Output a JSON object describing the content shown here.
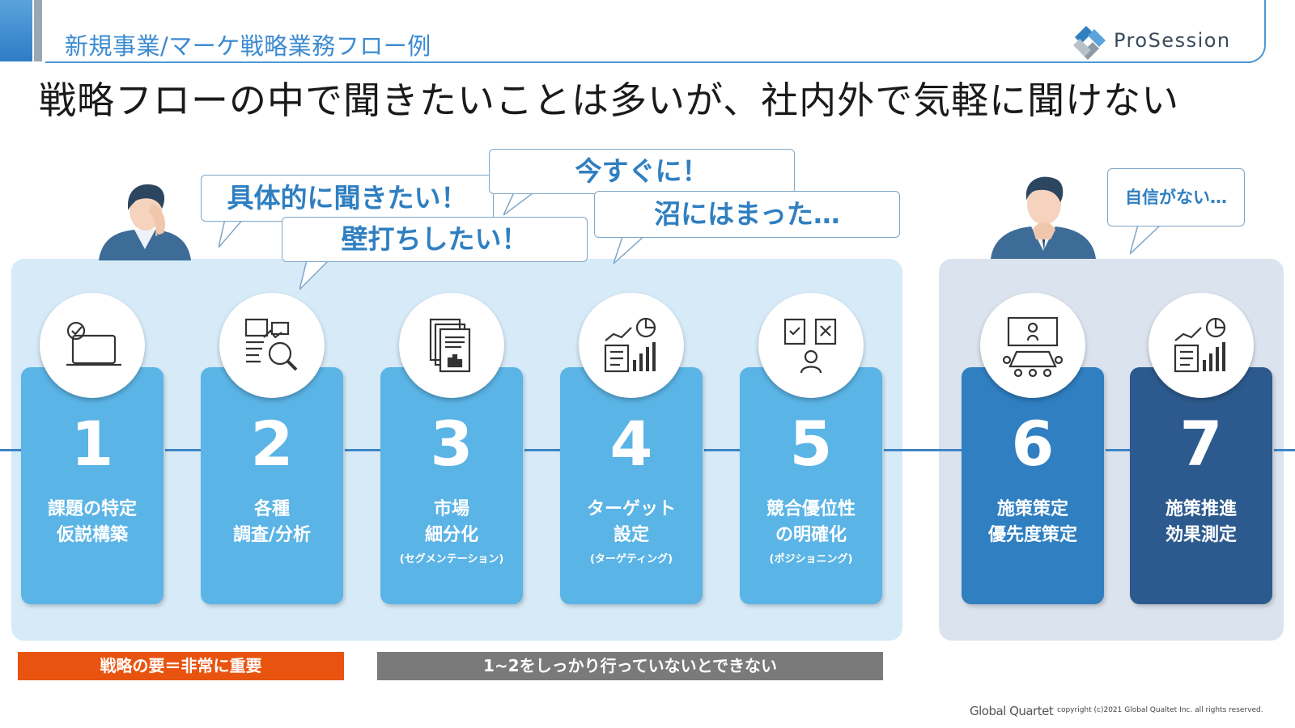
{
  "header": {
    "breadcrumb": "新規事業/マーケ戦略業務フロー例",
    "logo_text": "ProSession"
  },
  "headline": "戦略フローの中で聞きたいことは多いが、社内外で気軽に聞けない",
  "bubbles": {
    "b1": "具体的に聞きたい！",
    "b2": "今すぐに！",
    "b3": "壁打ちしたい！",
    "b4": "沼にはまった…",
    "b5": "自信がない…"
  },
  "steps": [
    {
      "num": "1",
      "label": "課題の特定\n仮説構築",
      "sub": "",
      "icon": "laptop-check-icon"
    },
    {
      "num": "2",
      "label": "各種\n調査/分析",
      "sub": "",
      "icon": "research-magnifier-icon"
    },
    {
      "num": "3",
      "label": "市場\n細分化",
      "sub": "(セグメンテーション)",
      "icon": "documents-chart-icon"
    },
    {
      "num": "4",
      "label": "ターゲット\n設定",
      "sub": "(ターゲティング)",
      "icon": "analytics-chart-icon"
    },
    {
      "num": "5",
      "label": "競合優位性\nの明確化",
      "sub": "(ポジショニング)",
      "icon": "compare-documents-icon"
    },
    {
      "num": "6",
      "label": "施策策定\n優先度策定",
      "sub": "",
      "icon": "meeting-table-icon"
    },
    {
      "num": "7",
      "label": "施策推進\n効果測定",
      "sub": "",
      "icon": "report-chart-icon"
    }
  ],
  "bottom_bars": {
    "orange": "戦略の要＝非常に重要",
    "gray": "1~2をしっかり行っていないとできない"
  },
  "footer": {
    "brand": "Global Quartet",
    "copyright": "copyright (c)2021 Global Qualtet Inc. all rights reserved."
  },
  "colors": {
    "accent": "#3b8bd1",
    "card_light": "#5bb4e6",
    "card_mid": "#2f7fc1",
    "card_dark": "#2d5a8e",
    "orange": "#e8540f",
    "gray": "#7a7a7a"
  }
}
